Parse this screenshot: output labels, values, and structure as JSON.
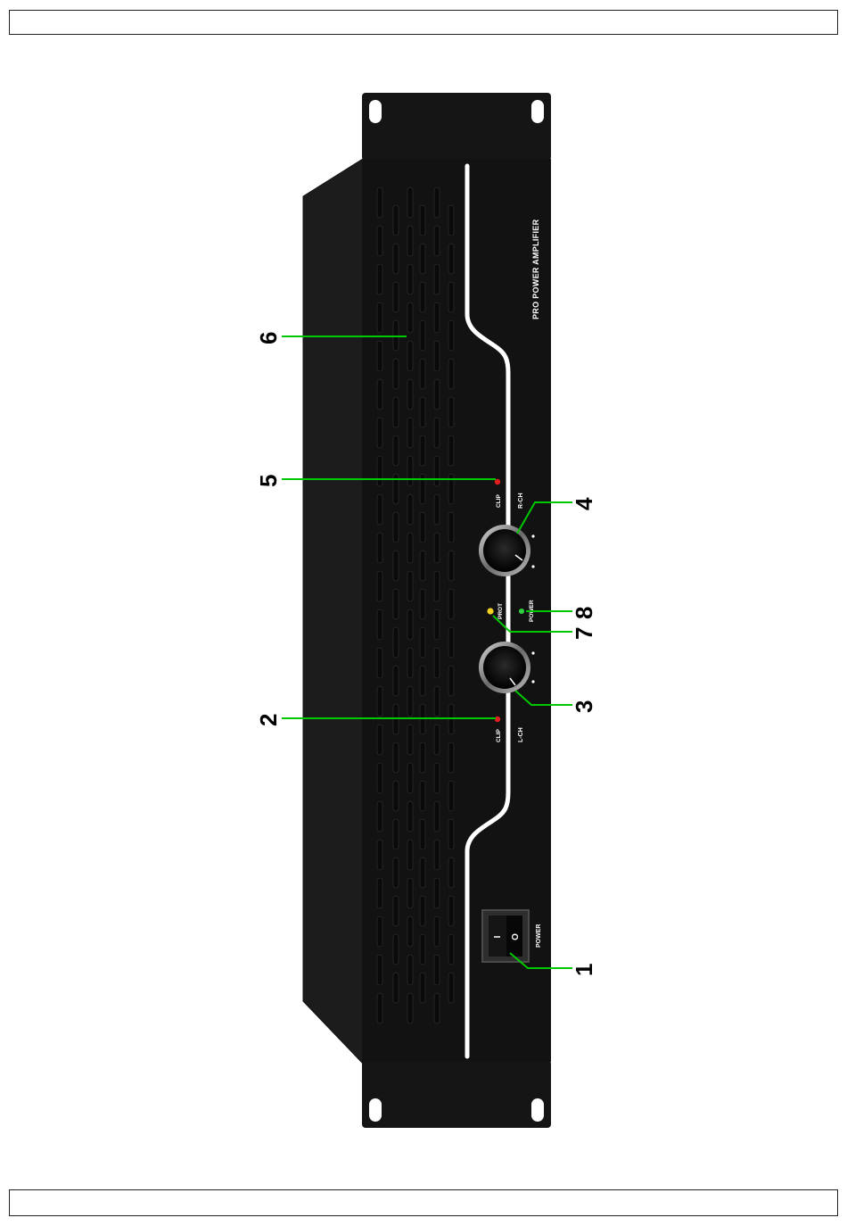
{
  "panel": {
    "brand_text": "PRO POWER AMPLIFIER",
    "power_switch_label": "POWER",
    "switch_on_symbol": "I",
    "switch_off_symbol": "O",
    "left_channel_label": "L-CH",
    "right_channel_label": "R-CH",
    "clip_label_left": "CLIP",
    "clip_label_right": "CLIP",
    "protect_label": "PROT",
    "power_led_label": "POWER"
  },
  "callouts": {
    "c1": "1",
    "c2": "2",
    "c3": "3",
    "c4": "4",
    "c5": "5",
    "c6": "6",
    "c7": "7",
    "c8": "8"
  },
  "colors": {
    "callout_line": "#00c800",
    "panel": "#141414",
    "chassis_side": "#1e1e1e",
    "clip_led": "#e02020",
    "protect_led": "#f0d020",
    "power_led": "#30d040"
  },
  "icons": {
    "knob": "rotary-knob-icon",
    "switch": "rocker-switch-icon"
  }
}
